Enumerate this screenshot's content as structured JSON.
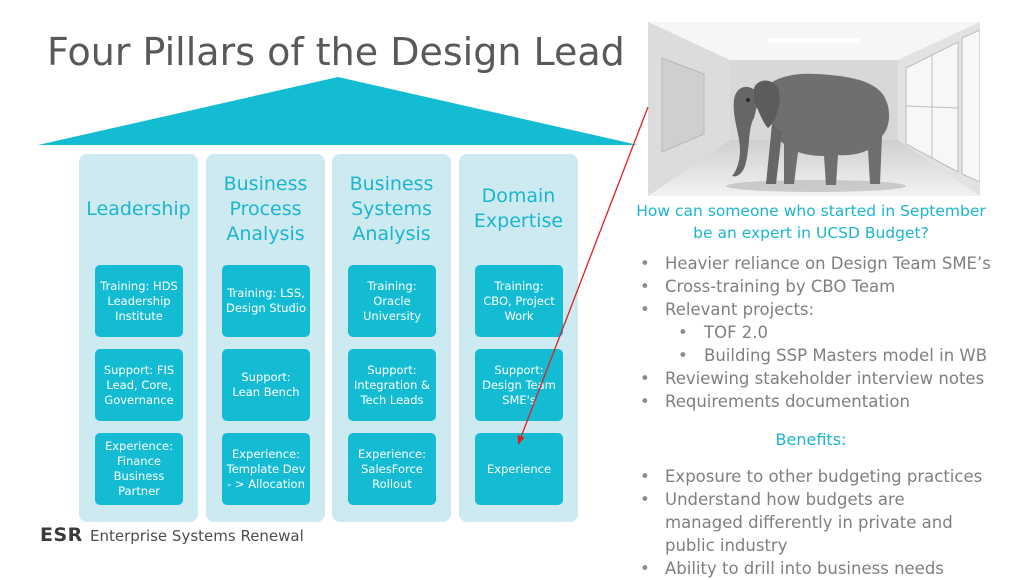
{
  "slide": {
    "title": "Four Pillars of the Design Lead"
  },
  "pillars": [
    {
      "heading": "Leadership",
      "boxes": [
        "Training: HDS Leadership Institute",
        "Support: FIS Lead, Core, Governance",
        "Experience: Finance Business Partner"
      ]
    },
    {
      "heading": "Business Process Analysis",
      "boxes": [
        "Training: LSS, Design Studio",
        "Support: Lean Bench",
        "Experience: Template Dev - > Allocation"
      ]
    },
    {
      "heading": "Business Systems Analysis",
      "boxes": [
        "Training: Oracle University",
        "Support: Integration & Tech Leads",
        "Experience: SalesForce Rollout"
      ]
    },
    {
      "heading": "Domain Expertise",
      "boxes": [
        "Training: CBO, Project Work",
        "Support: Design Team SME's",
        "Experience"
      ]
    }
  ],
  "photo": {
    "subject": "elephant in a room"
  },
  "right": {
    "question": "How can someone who started in September be an expert in UCSD Budget?",
    "bullets": [
      "Heavier reliance on Design Team SME’s",
      "Cross-training by CBO Team",
      "Relevant projects:",
      "TOF 2.0",
      "Building SSP Masters model in WB",
      "Reviewing stakeholder interview notes",
      "Requirements documentation"
    ],
    "benefits_heading": "Benefits:",
    "benefits": [
      "Exposure to other budgeting practices",
      "Understand how budgets are managed differently in private and public industry",
      "Ability to drill into business needs"
    ]
  },
  "footer": {
    "logo_mark": "ESR",
    "logo_text": "Enterprise Systems Renewal"
  },
  "colors": {
    "accent": "#14bcd3",
    "pillar_bg": "#cdeaf1",
    "title": "#595959",
    "body_text": "#7f7f7f",
    "arrow": "#e02020"
  }
}
